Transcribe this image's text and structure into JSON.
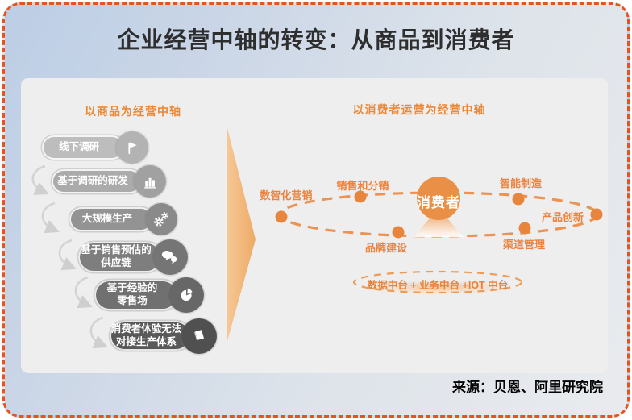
{
  "title": "企业经营中轴的转变：从商品到消费者",
  "source": "来源：贝恩、阿里研究院",
  "left": {
    "header": "以商品为经营中轴",
    "steps": [
      {
        "label": "线下调研",
        "icon": "flag-icon"
      },
      {
        "label": "基于调研的研发",
        "icon": "bar-chart-icon"
      },
      {
        "label": "大规模生产",
        "icon": "gears-icon"
      },
      {
        "label": "基于销售预估的\n供应链",
        "icon": "chat-bubbles-icon"
      },
      {
        "label": "基于经验的\n零售场",
        "icon": "pie-chart-icon"
      },
      {
        "label": "消费者体验无法\n对接生产体系",
        "icon": "book-icon"
      }
    ]
  },
  "right": {
    "header": "以消费者运营为经营中轴",
    "center_label": "消费者",
    "orbit": [
      {
        "label": "数智化营销"
      },
      {
        "label": "销售和分销"
      },
      {
        "label": "智能制造"
      },
      {
        "label": "产品创新"
      },
      {
        "label": "品牌建设"
      },
      {
        "label": "渠道管理"
      }
    ],
    "platform_label": "数据中台 + 业务中台 +IOT 中台"
  },
  "colors": {
    "border_dash": "#e8521c",
    "accent_orange": "#ed8733",
    "orbit_orange": "#ec9353",
    "dot_orange": "#e8843b",
    "center_circle": "#ea9046",
    "transform_arrow": "#f2b87e",
    "step_grays": [
      "#bdbdbd",
      "#ababab",
      "#939393",
      "#7e7e7e",
      "#707070",
      "#595959"
    ]
  }
}
